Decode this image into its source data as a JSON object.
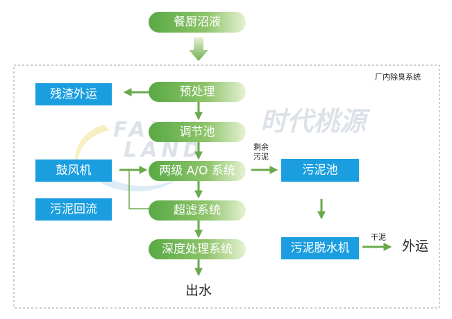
{
  "boundary_label": "厂内除臭系统",
  "main_flow": {
    "input": "餐厨沼液",
    "pretreatment": "预处理",
    "equalization": "调节池",
    "ao_system": "两级 A/O 系统",
    "ultrafiltration": "超滤系统",
    "advanced_treatment": "深度处理系统",
    "effluent": "出水"
  },
  "side_boxes": {
    "residue": "残渣外运",
    "blower": "鼓风机",
    "sludge_return": "污泥回流",
    "sludge_tank": "污泥池",
    "sludge_dewatering": "污泥脱水机"
  },
  "edge_labels": {
    "excess_sludge_line1": "剩余",
    "excess_sludge_line2": "污泥",
    "dry_sludge": "干泥"
  },
  "outputs": {
    "haul_out": "外运"
  },
  "watermark": {
    "latin_top": "FAIRY",
    "latin_bottom": "LAND",
    "chinese": "时代桃源"
  },
  "colors": {
    "pill_green_dark": "#5fae4a",
    "pill_green_light": "#e3f1cf",
    "box_blue": "#1b9ee0",
    "arrow_green": "#6aaa4c",
    "dashed_border": "#9a9a9a"
  }
}
